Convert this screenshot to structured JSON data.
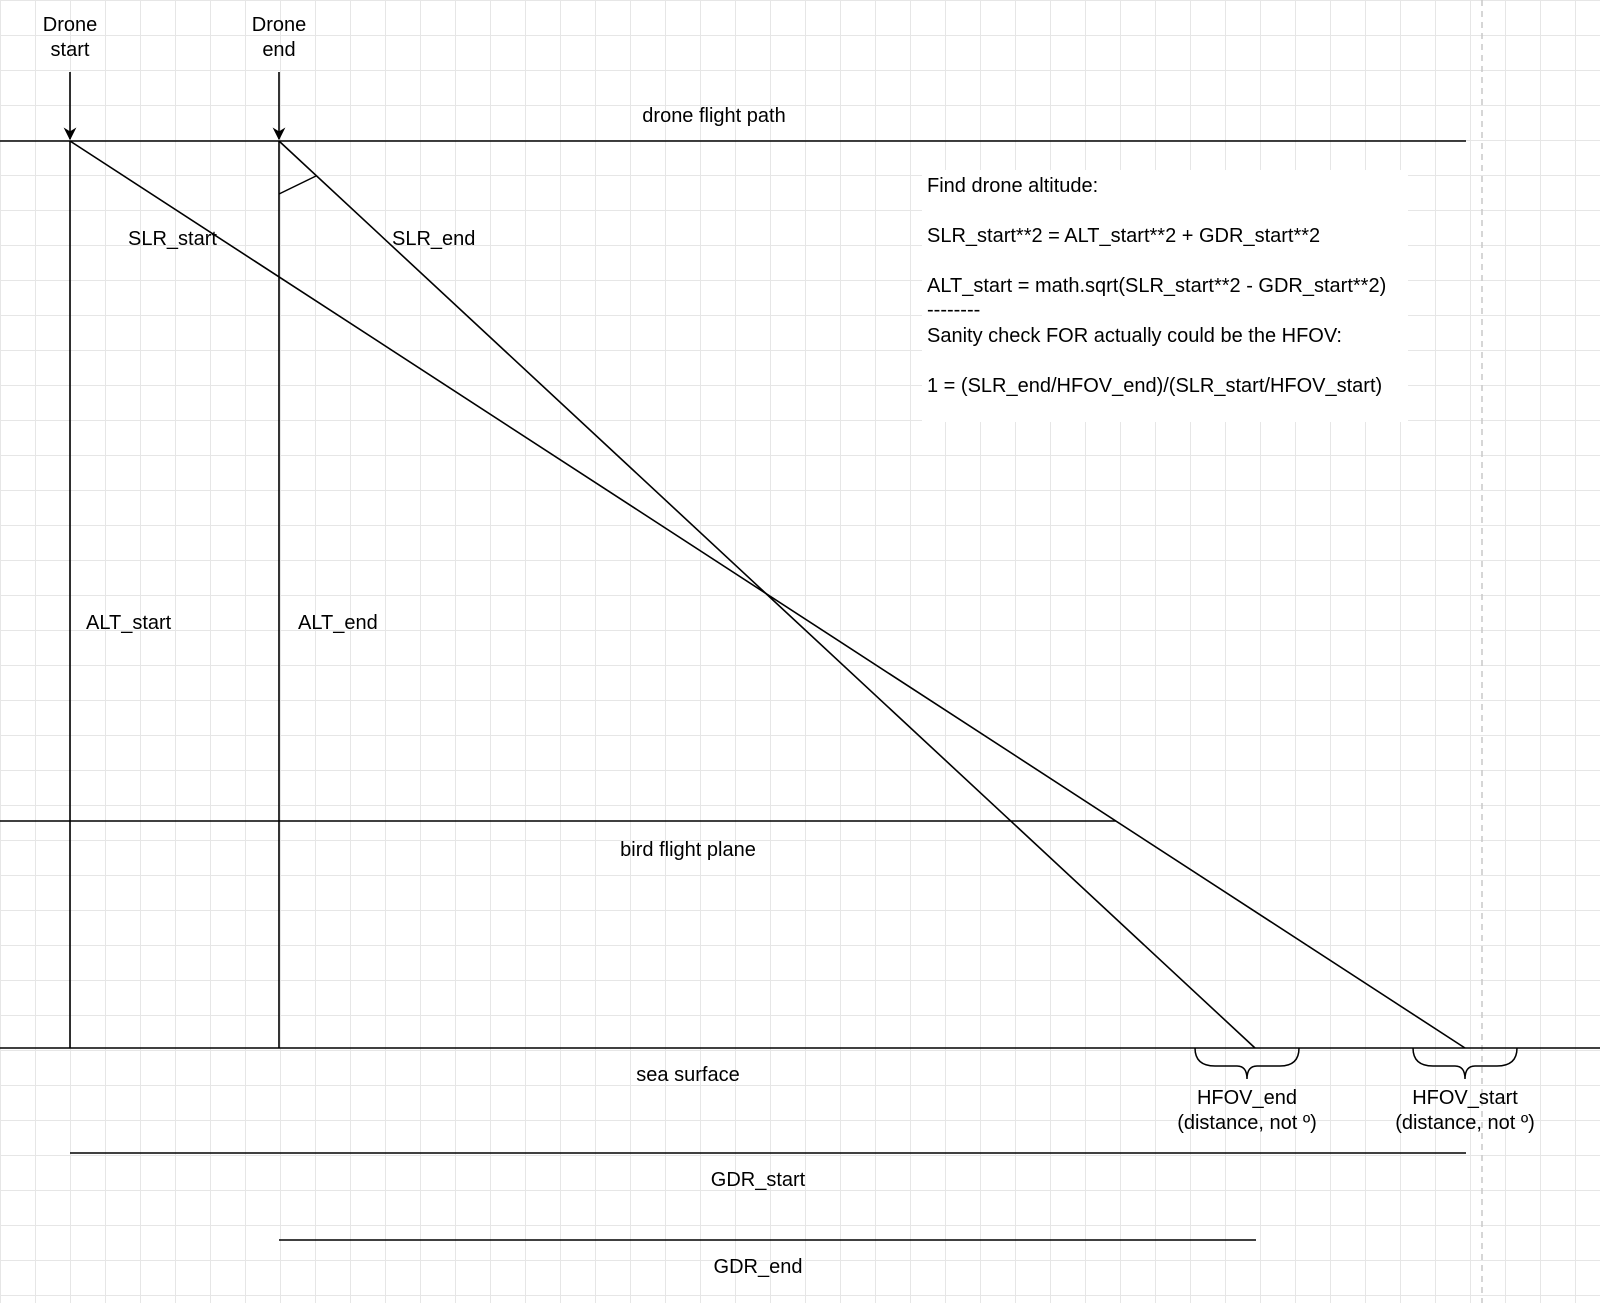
{
  "markers": {
    "drone_start": [
      "Drone",
      "start"
    ],
    "drone_end": [
      "Drone",
      "end"
    ]
  },
  "labels": {
    "flight_path": "drone flight path",
    "slr_start": "SLR_start",
    "slr_end": "SLR_end",
    "alt_start": "ALT_start",
    "alt_end": "ALT_end",
    "bird_plane": "bird flight plane",
    "sea_surface": "sea surface",
    "hfov_end": [
      "HFOV_end",
      "(distance, not º)"
    ],
    "hfov_start": [
      "HFOV_start",
      "(distance, not º)"
    ],
    "gdr_start": "GDR_start",
    "gdr_end": "GDR_end"
  },
  "note": {
    "lines": [
      "Find drone altitude:",
      "SLR_start**2 = ALT_start**2 + GDR_start**2",
      "ALT_start = math.sqrt(SLR_start**2 - GDR_start**2)",
      "--------",
      "Sanity check FOR actually could be the HFOV:",
      "1 = (SLR_end/HFOV_end)/(SLR_start/HFOV_start)"
    ]
  },
  "colors": {
    "line": "#000000",
    "grid": "#e6e6e6",
    "page_edge": "#c8c8c8"
  }
}
